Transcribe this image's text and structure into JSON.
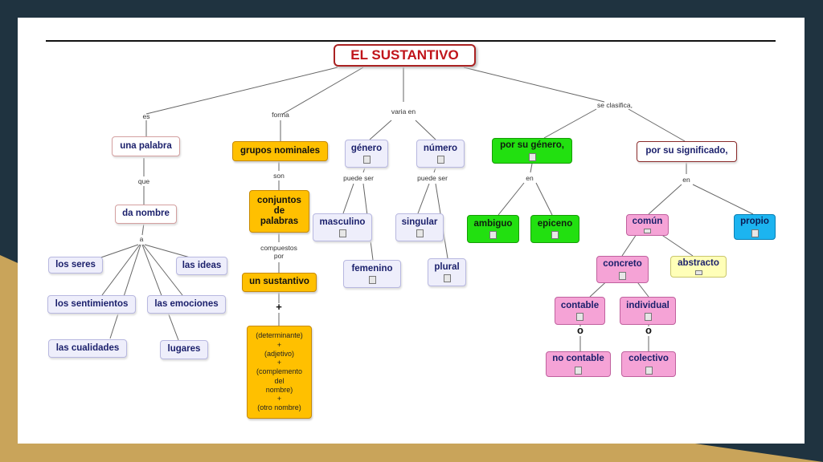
{
  "diagram": {
    "title": "EL SUSTANTIVO",
    "link_labels": {
      "es": "es",
      "forma": "forma",
      "varia_en": "varia en",
      "se_clasifica": "se clasifica,",
      "que": "que",
      "a": "a",
      "son": "son",
      "compuestos_por": "compuestos\npor",
      "puede_ser_genero": "puede ser",
      "puede_ser_numero": "puede ser",
      "en_genero": "en",
      "en_significado": "en"
    },
    "operators": {
      "plus": "+",
      "o1": "o",
      "o2": "o"
    },
    "nodes": {
      "una_palabra": "una palabra",
      "da_nombre": "da nombre",
      "los_seres": "los seres",
      "las_ideas": "las ideas",
      "los_sentimientos": "los sentimientos",
      "las_emociones": "las emociones",
      "las_cualidades": "las cualidades",
      "lugares": "lugares",
      "grupos_nominales": "grupos nominales",
      "conjuntos_de_palabras": "conjuntos\nde\npalabras",
      "un_sustantivo": "un sustantivo",
      "estructura": "(determinante)\n+\n(adjetivo)\n+\n(complemento\ndel\nnombre)\n+\n(otro nombre)",
      "genero": "género",
      "numero": "número",
      "masculino": "masculino",
      "femenino": "femenino",
      "singular": "singular",
      "plural": "plural",
      "por_su_genero": "por su género,",
      "por_su_significado": "por su significado,",
      "ambiguo": "ambiguo",
      "epiceno": "epiceno",
      "comun": "común",
      "propio": "propio",
      "concreto": "concreto",
      "abstracto": "abstracto",
      "contable": "contable",
      "individual": "individual",
      "no_contable": "no contable",
      "colectivo": "colectivo"
    },
    "colors": {
      "background_dark": "#1f3340",
      "background_gold": "#c9a45a",
      "orange": "#ffc000",
      "green": "#22e010",
      "pink": "#f5a3d6",
      "yellow": "#ffffb8",
      "blue": "#1cb4f0",
      "title_red": "#c0141a"
    }
  }
}
